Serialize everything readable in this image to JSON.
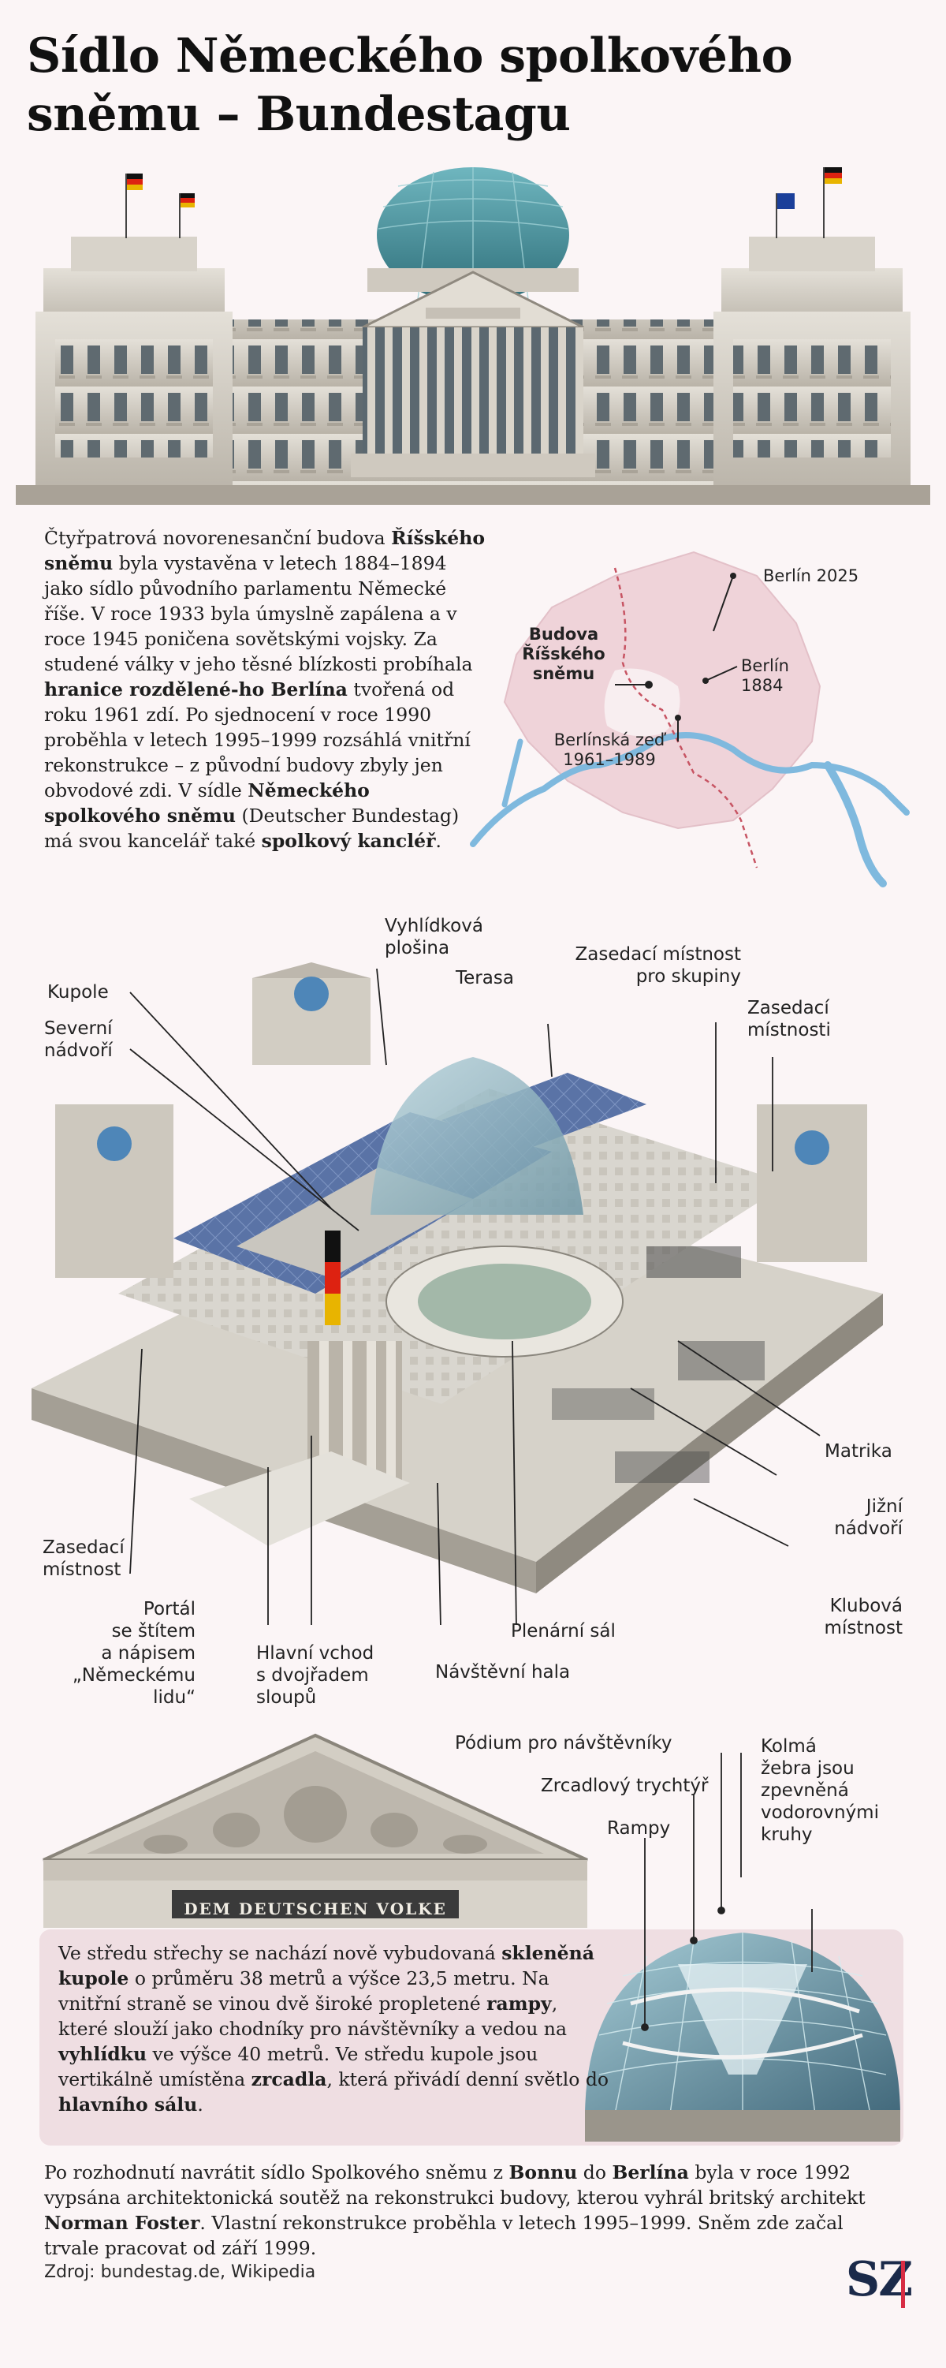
{
  "title": "Sídlo Německého spolkového sněmu – Bundestagu",
  "pediment_inscription": "DEM DEUTSCHEN VOLKE",
  "intro": [
    {
      "t": "Čtyřpatrová novorenesanční budova "
    },
    {
      "t": "Říšského sněmu",
      "b": true
    },
    {
      "t": " byla vystavěna v letech 1884–1894 jako sídlo původního parlamentu Německé říše. V roce 1933 byla úmyslně zapálena a v roce 1945 poničena sovětskými vojsky. Za studené války v jeho těsné blízkosti probíhala "
    },
    {
      "t": "hranice rozdělené-ho Berlína",
      "b": true
    },
    {
      "t": " tvořená od roku 1961 zdí. Po sjednocení v roce 1990 proběhla v letech 1995–1999 rozsáhlá vnitřní rekonstrukce – z původní budovy zbyly jen obvodové zdi. V sídle "
    },
    {
      "t": "Německého spolkového sněmu",
      "b": true
    },
    {
      "t": " (Deutscher Bundestag) má svou kancelář také "
    },
    {
      "t": "spolkový kancléř",
      "b": true
    },
    {
      "t": "."
    }
  ],
  "map": {
    "berlin_2025": "Berlín 2025",
    "berlin_1884_a": "Berlín",
    "berlin_1884_b": "1884",
    "reichstag_a": "Budova",
    "reichstag_b": "Říšského",
    "reichstag_c": "sněmu",
    "wall_a": "Berlínská zeď",
    "wall_b": "1961–1989"
  },
  "labels": {
    "vyhlidkova_a": "Vyhlídková",
    "vyhlidkova_b": "plošina",
    "kupole": "Kupole",
    "severni_a": "Severní",
    "severni_b": "nádvoří",
    "terasa": "Terasa",
    "skupiny_a": "Zasedací místnost",
    "skupiny_b": "pro skupiny",
    "zasedaci_r_a": "Zasedací",
    "zasedaci_r_b": "místnosti",
    "matrika": "Matrika",
    "jizni_a": "Jižní",
    "jizni_b": "nádvoří",
    "klubova_a": "Klubová",
    "klubova_b": "místnost",
    "plenarni": "Plenární sál",
    "navstevni": "Návštěvní hala",
    "hlavni_a": "Hlavní vchod",
    "hlavni_b": "s dvojřadem",
    "hlavni_c": "sloupů",
    "portal_a": "Portál",
    "portal_b": "se štítem",
    "portal_c": "a nápisem",
    "portal_d": "„Německému",
    "portal_e": "lidu“",
    "zasedaci_l_a": "Zasedací",
    "zasedaci_l_b": "místnost",
    "podium": "Pódium pro návštěvníky",
    "trychtyr": "Zrcadlový trychtýř",
    "rampy": "Rampy",
    "zebra_a": "Kolmá",
    "zebra_b": "žebra jsou",
    "zebra_c": "zpevněná",
    "zebra_d": "vodorovnými",
    "zebra_e": "kruhy"
  },
  "dome_text": [
    {
      "t": "Ve středu střechy se nachází nově vybudovaná "
    },
    {
      "t": "skleněná kupole",
      "b": true
    },
    {
      "t": " o průměru 38 metrů a výšce 23,5 metru. Na vnitřní straně se vinou dvě široké propletené "
    },
    {
      "t": "rampy",
      "b": true
    },
    {
      "t": ", které slouží jako chodníky pro návštěvníky a vedou na "
    },
    {
      "t": "vyhlídku",
      "b": true
    },
    {
      "t": " ve výšce 40 metrů. Ve středu kupole jsou vertikálně umístěna "
    },
    {
      "t": "zrcadla",
      "b": true
    },
    {
      "t": ", která přivádí denní světlo do "
    },
    {
      "t": "hlavního sálu",
      "b": true
    },
    {
      "t": "."
    }
  ],
  "bottom_text": [
    {
      "t": "Po rozhodnutí navrátit sídlo Spolkového sněmu z "
    },
    {
      "t": "Bonnu",
      "b": true
    },
    {
      "t": " do "
    },
    {
      "t": "Berlína",
      "b": true
    },
    {
      "t": " byla v roce 1992 vypsána architektonická soutěž na rekonstrukci budovy, kterou vyhrál britský architekt "
    },
    {
      "t": "Norman Foster",
      "b": true
    },
    {
      "t": ". Vlastní rekonstrukce proběhla v letech 1995–1999. Sněm zde začal trvale pracovat od září 1999."
    }
  ],
  "source": "Zdroj: bundestag.de, Wikipedia",
  "logo": "SZ",
  "colors": {
    "background": "#fbf5f6",
    "box": "#efdee2",
    "accent": "#d72d44",
    "logo": "#1b2a4a",
    "glass": "#3f8a96"
  }
}
